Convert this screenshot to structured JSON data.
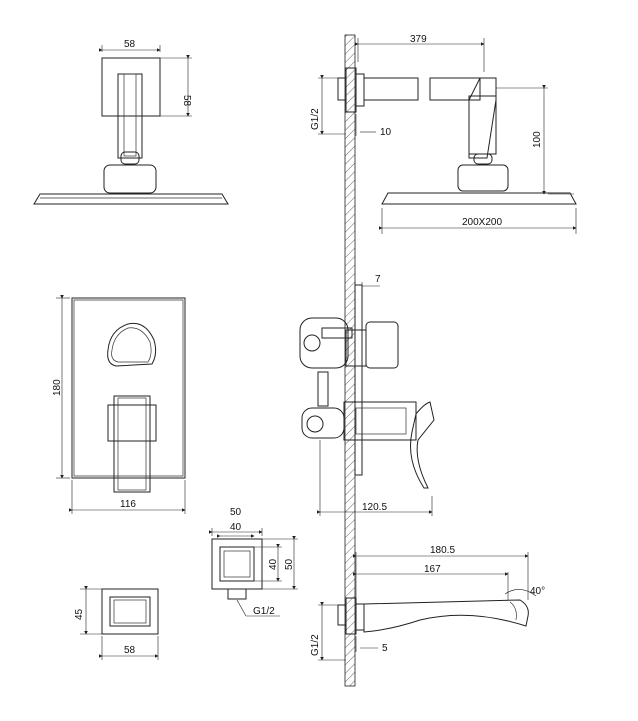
{
  "dimensions": {
    "head_top_width": "58",
    "head_top_height": "58",
    "shower_arm_length": "379",
    "shower_inlet_thread": "G1/2",
    "wall_offset": "10",
    "arm_drop": "100",
    "head_size": "200X200",
    "plate_depth": "7",
    "plate_height": "180",
    "plate_width": "116",
    "valve_depth": "120.5",
    "outlet_outer_width": "50",
    "outlet_inner_width": "40",
    "outlet_inner_height": "40",
    "outlet_outer_height": "50",
    "outlet_thread": "G1/2",
    "spout_plate_height": "45",
    "spout_plate_width": "58",
    "spout_length_total": "180.5",
    "spout_length": "167",
    "spout_angle": "40°",
    "spout_thread": "G1/2",
    "spout_wall_offset": "5"
  }
}
